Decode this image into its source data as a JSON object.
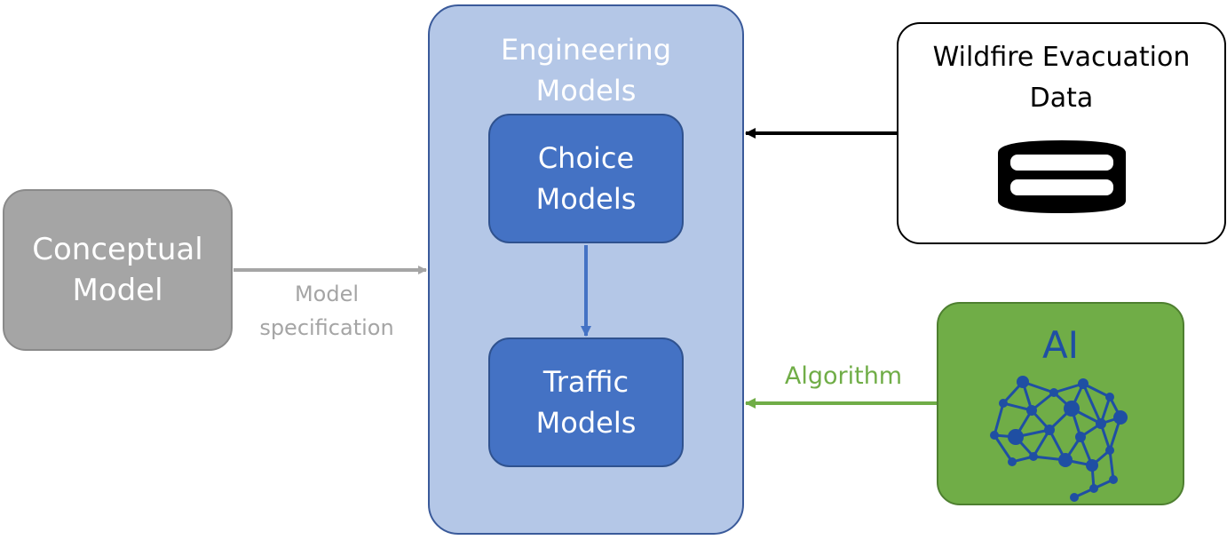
{
  "conceptual": {
    "line1": "Conceptual",
    "line2": "Model"
  },
  "engineering": {
    "title_line1": "Engineering",
    "title_line2": "Models"
  },
  "choice": {
    "line1": "Choice",
    "line2": "Models"
  },
  "traffic": {
    "line1": "Traffic",
    "line2": "Models"
  },
  "wildfire": {
    "line1": "Wildfire Evacuation",
    "line2": "Data",
    "icon": "database-icon"
  },
  "ai": {
    "title": "AI",
    "icon": "brain-network-icon"
  },
  "edges": {
    "model_spec_line1": "Model",
    "model_spec_line2": "specification",
    "algorithm": "Algorithm"
  },
  "colors": {
    "gray": "#a5a5a5",
    "light_blue": "#b4c7e7",
    "blue": "#4472c4",
    "green": "#70ad47",
    "dark_blue": "#1f4fa3",
    "black": "#000000"
  }
}
